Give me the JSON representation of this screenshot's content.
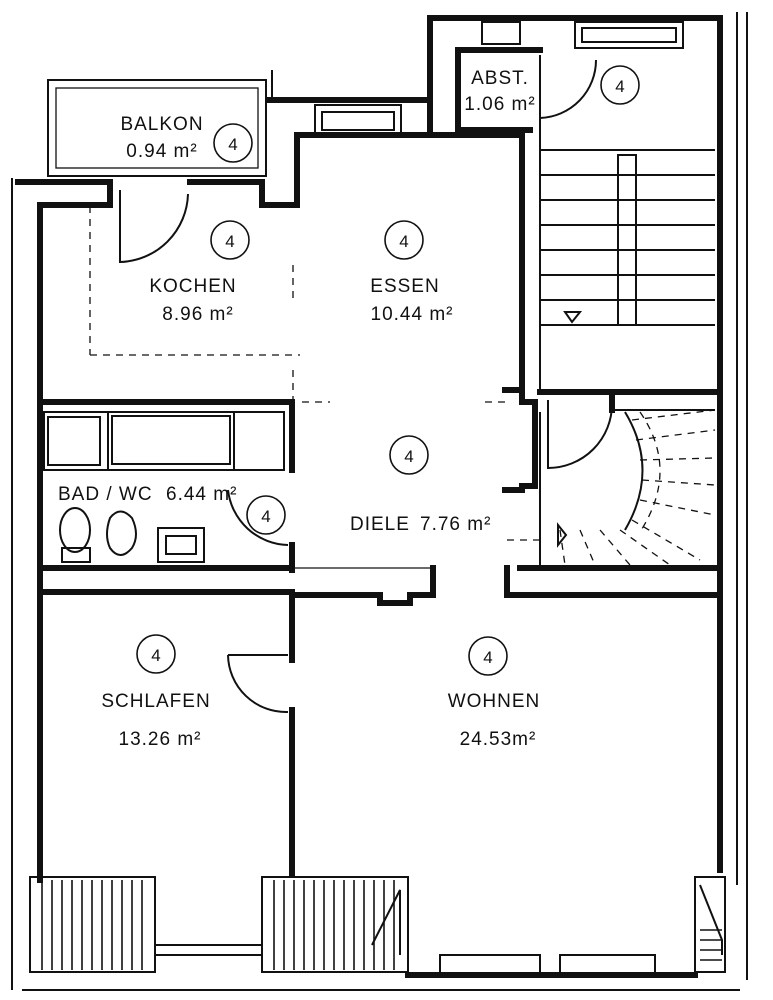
{
  "rooms": [
    {
      "id": "balkon",
      "name": "BALKON",
      "area": "0.94 m²",
      "marker": "4"
    },
    {
      "id": "abst",
      "name": "ABST.",
      "area": "1.06 m²",
      "marker": "4"
    },
    {
      "id": "kochen",
      "name": "KOCHEN",
      "area": "8.96 m²",
      "marker": "4"
    },
    {
      "id": "essen",
      "name": "ESSEN",
      "area": "10.44 m²",
      "marker": "4"
    },
    {
      "id": "bad",
      "name": "BAD / WC",
      "area": "6.44 m²",
      "marker": "4"
    },
    {
      "id": "diele",
      "name": "DIELE",
      "area": "7.76 m²",
      "marker": "4"
    },
    {
      "id": "schlafen",
      "name": "SCHLAFEN",
      "area": "13.26 m²",
      "marker": "4"
    },
    {
      "id": "wohnen",
      "name": "WOHNEN",
      "area": "24.53m²",
      "marker": "4"
    }
  ]
}
